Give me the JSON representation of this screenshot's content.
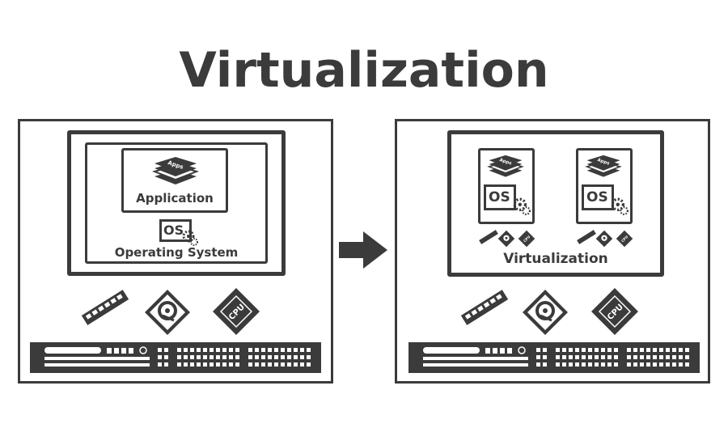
{
  "title": "Virtualization",
  "left": {
    "application_label": "Application",
    "os_icon_text": "OS",
    "os_label": "Operating System",
    "app_stack_text": "Apps",
    "cpu_text": "CPU"
  },
  "right": {
    "vm1": {
      "app_stack_text": "Apps",
      "os_text": "OS",
      "cpu_text": "CPU"
    },
    "vm2": {
      "app_stack_text": "Apps",
      "os_text": "OS",
      "cpu_text": "CPU"
    },
    "layer_label": "Virtualization",
    "cpu_text": "CPU"
  },
  "icons": [
    "app-stack-icon",
    "gear-icon",
    "ram-icon",
    "hard-drive-icon",
    "cpu-icon",
    "server-rack-icon",
    "arrow-right-icon"
  ],
  "colors": {
    "ink": "#3b3b3b",
    "background": "#ffffff"
  }
}
